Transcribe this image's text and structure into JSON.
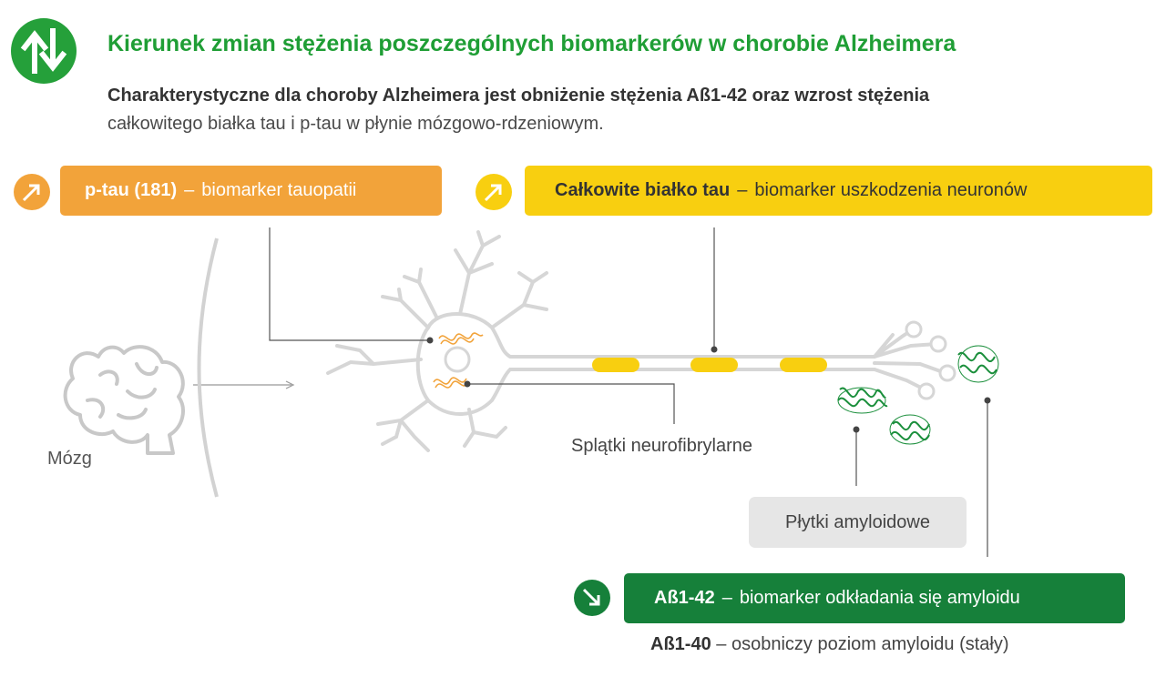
{
  "header": {
    "icon": "up-down-arrows-icon",
    "title": "Kierunek zmian stężenia poszczególnych biomarkerów w chorobie Alzheimera",
    "subtitle_bold": "Charakterystyczne dla choroby Alzheimera jest obniżenie stężenia Aß1-42 oraz wzrost stężenia",
    "subtitle_rest": "całkowitego białka tau i p-tau w płynie mózgowo-rdzeniowym."
  },
  "biomarkers": {
    "ptau": {
      "name": "p-tau (181)",
      "sep": "–",
      "desc": "biomarker tauopatii",
      "trend": "up",
      "icon": "arrow-up-right-icon",
      "color": "#f2a33a"
    },
    "total_tau": {
      "name": "Całkowite białko tau",
      "sep": "–",
      "desc": "biomarker uszkodzenia neuronów",
      "trend": "up",
      "icon": "arrow-up-right-icon",
      "color": "#f8cf10"
    },
    "ab42": {
      "name": "Aß1-42",
      "sep": "–",
      "desc": "biomarker odkładania się amyloidu",
      "trend": "down",
      "icon": "arrow-down-right-icon",
      "color": "#16803a"
    },
    "ab40": {
      "name": "Aß1-40",
      "sep": "–",
      "desc": "osobniczy poziom amyloidu (stały)"
    }
  },
  "labels": {
    "brain": "Mózg",
    "tangles": "Splątki neurofibrylarne",
    "plaques": "Płytki amyloidowe"
  },
  "colors": {
    "green_title": "#1f9e35",
    "orange": "#f2a33a",
    "yellow": "#f8cf10",
    "dark_green": "#16803a",
    "gray_line": "#d6d6d6"
  }
}
